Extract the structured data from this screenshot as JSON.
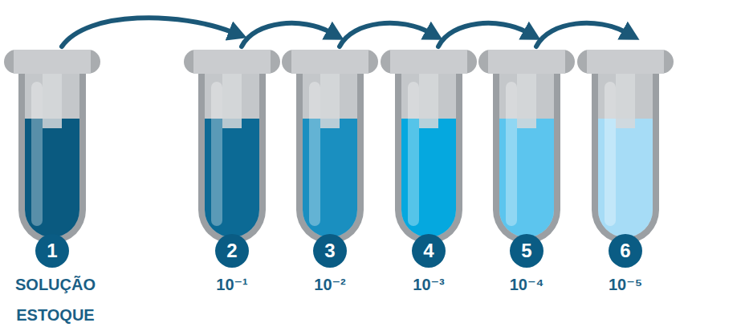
{
  "diagram": {
    "nodes": [
      {
        "text": [
          "1",
          "SOLUÇÃO ESTOQUE"
        ]
      },
      {
        "text": [
          "2",
          "10⁻¹"
        ]
      },
      {
        "text": [
          "3",
          "10⁻²"
        ]
      },
      {
        "text": [
          "4",
          "10⁻³"
        ]
      },
      {
        "text": [
          "5",
          "10⁻⁴"
        ]
      },
      {
        "text": [
          "6",
          "10⁻⁵"
        ]
      }
    ],
    "edges": [
      {
        "from": 0,
        "to": 1,
        "arrow": "to"
      },
      {
        "from": 1,
        "to": 2,
        "arrow": "to"
      },
      {
        "from": 2,
        "to": 3,
        "arrow": "to"
      },
      {
        "from": 3,
        "to": 4,
        "arrow": "to"
      },
      {
        "from": 4,
        "to": 5,
        "arrow": "to"
      }
    ]
  }
}
